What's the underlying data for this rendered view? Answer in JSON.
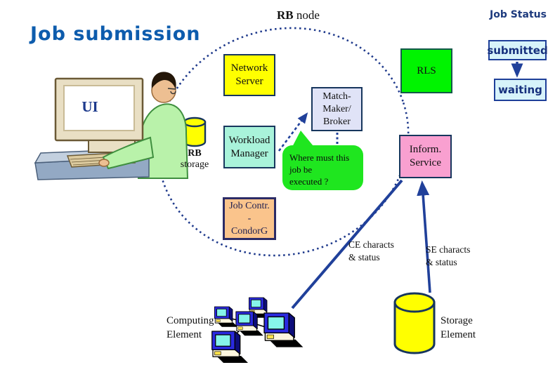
{
  "slide": {
    "title": "Job submission",
    "annotations": {
      "rb_node_bold": "RB",
      "rb_node_rest": " node",
      "job_status": "Job Status",
      "ui": "UI",
      "rb_storage": [
        "RB",
        "storage"
      ],
      "ce_characts": [
        "CE characts",
        "& status"
      ],
      "se_characts": [
        "SE characts",
        "& status"
      ],
      "computing_element": [
        "Computing",
        "Element"
      ],
      "storage_element": [
        "Storage",
        "Element"
      ]
    },
    "boxes": {
      "network_server": [
        "Network",
        "Server"
      ],
      "rls": [
        "RLS"
      ],
      "workload_manager": [
        "Workload",
        "Manager"
      ],
      "match_maker": [
        "Match-",
        "Maker/",
        "Broker"
      ],
      "inform_service": [
        "Inform.",
        "Service"
      ],
      "job_contr": [
        "Job Contr.",
        "-",
        "CondorG"
      ]
    },
    "status_flow": [
      "submitted",
      "waiting"
    ],
    "bubble": [
      "Where must this",
      "job be",
      "executed ?"
    ],
    "colors": {
      "title_blue": "#0d5cad",
      "line_navy": "#20409a",
      "box_border_navy": "#17365d",
      "network_server_fill": "#ffff00",
      "rls_fill": "#00f400",
      "workload_fill": "#a9f3da",
      "match_maker_fill": "#e0e3f7",
      "inform_fill": "#f9a0d0",
      "job_contr_fill": "#fac48c",
      "status_fill": "#d7f3fa",
      "bubble_fill": "#1fe61f",
      "cylinder_fill": "#ffff00"
    }
  }
}
